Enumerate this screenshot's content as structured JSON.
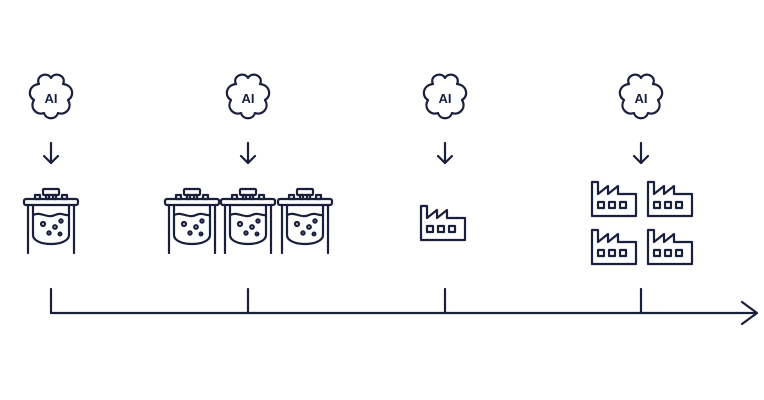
{
  "diagram": {
    "stages": [
      {
        "ai_label": "AI",
        "icon": "bioreactor-icon",
        "count": 1
      },
      {
        "ai_label": "AI",
        "icon": "bioreactor-icon",
        "count": 3
      },
      {
        "ai_label": "AI",
        "icon": "factory-icon",
        "count": 1
      },
      {
        "ai_label": "AI",
        "icon": "factory-icon",
        "count": 4
      }
    ],
    "color": "#1a1f3c"
  }
}
